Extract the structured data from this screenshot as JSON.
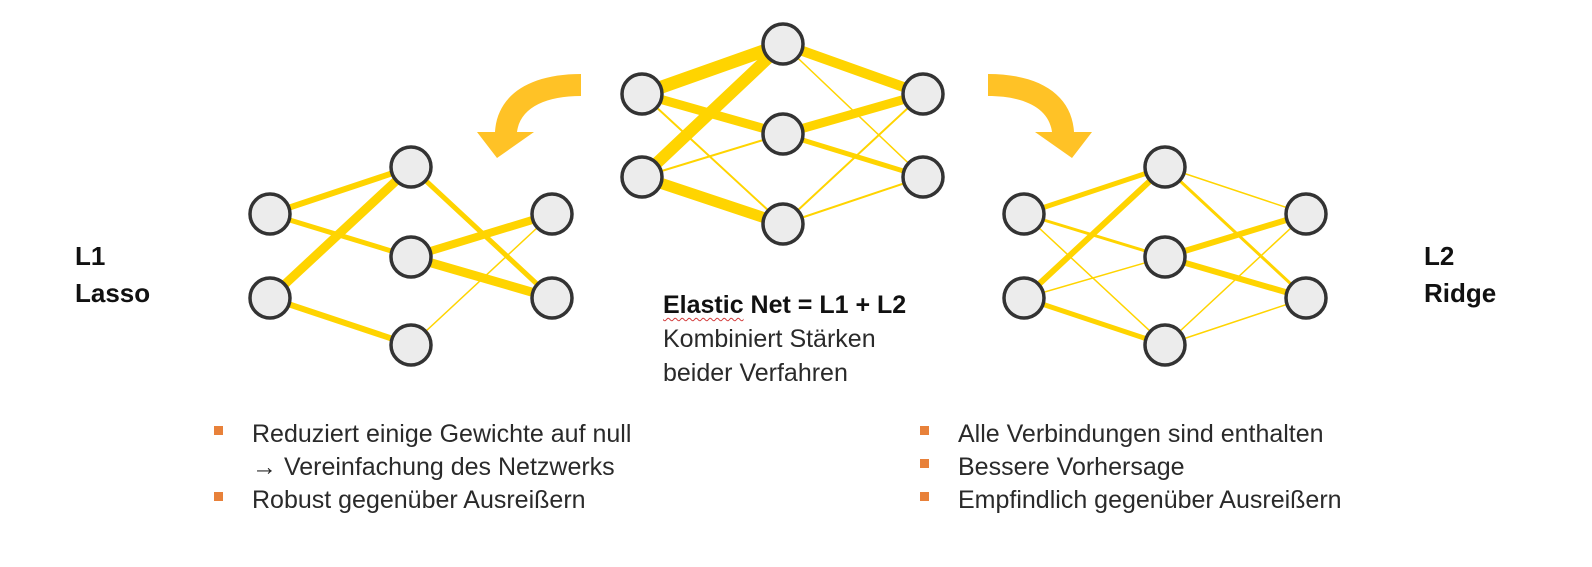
{
  "colors": {
    "connection": "#FFD400",
    "arrow": "#FFC226",
    "node_fill": "#ECECEC",
    "node_stroke": "#333333",
    "bullet_marker": "#E8813A"
  },
  "left_label": {
    "line1": "L1",
    "line2": "Lasso"
  },
  "right_label": {
    "line1": "L2",
    "line2": "Ridge"
  },
  "center": {
    "title_word": "Elastic",
    "title_rest": " Net = L1 + L2",
    "line2": "Kombiniert Stärken",
    "line3": "beider Verfahren"
  },
  "left_bullets": [
    {
      "text": "Reduziert einige Gewichte auf null",
      "continuation": "→ Vereinfachung des Netzwerks"
    },
    {
      "text": "Robust gegenüber Ausreißern",
      "continuation": ""
    }
  ],
  "right_bullets": [
    {
      "text": "Alle Verbindungen sind enthalten"
    },
    {
      "text": "Bessere Vorhersage"
    },
    {
      "text": "Empfindlich gegenüber Ausreißern"
    }
  ],
  "icons": {
    "left_arrow": "curved-arrow-left-icon",
    "right_arrow": "curved-arrow-right-icon",
    "neuron": "circle-node-icon"
  }
}
